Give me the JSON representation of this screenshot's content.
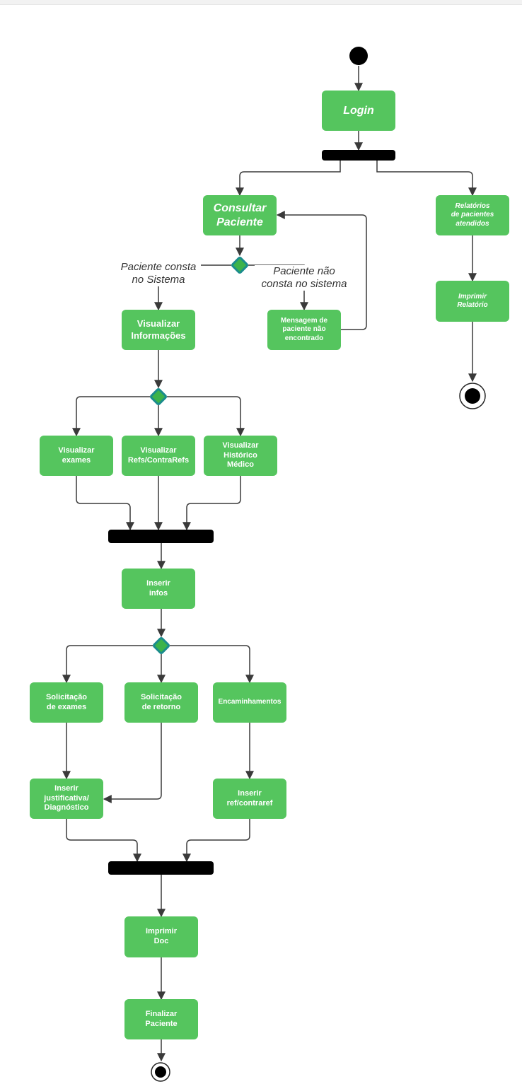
{
  "colors": {
    "node_fill": "#55c55e",
    "node_text": "#ffffff",
    "decision_fill": "#3cb34a",
    "decision_stroke": "#1a8c8c",
    "edge": "#3a3a3a",
    "bar": "#000000"
  },
  "nodes": {
    "login": "Login",
    "consultar": "Consultar\nPaciente",
    "relatorios": "Relatórios\nde pacientes\natendidos",
    "imprimir_relatorio": "Imprimir\nRelatório",
    "visualizar_info": "Visualizar\nInformações",
    "mensagem": "Mensagem de\npaciente não\nencontrado",
    "vis_exames": "Visualizar\nexames",
    "vis_refs": "Visualizar\nRefs/ContraRefs",
    "vis_historico": "Visualizar\nHistórico\nMédico",
    "inserir_infos": "Inserir\ninfos",
    "sol_exames": "Solicitação\nde exames",
    "sol_retorno": "Solicitação\nde retorno",
    "encaminhamentos": "Encaminhamentos",
    "inserir_justificativa": "Inserir\njustificativa/\nDiagnóstico",
    "inserir_ref": "Inserir\nref/contraref",
    "imprimir_doc": "Imprimir\nDoc",
    "finalizar": "Finalizar\nPaciente"
  },
  "guards": {
    "consta": "Paciente consta\nno Sistema",
    "nao_consta": "Paciente não\nconsta no sistema"
  }
}
